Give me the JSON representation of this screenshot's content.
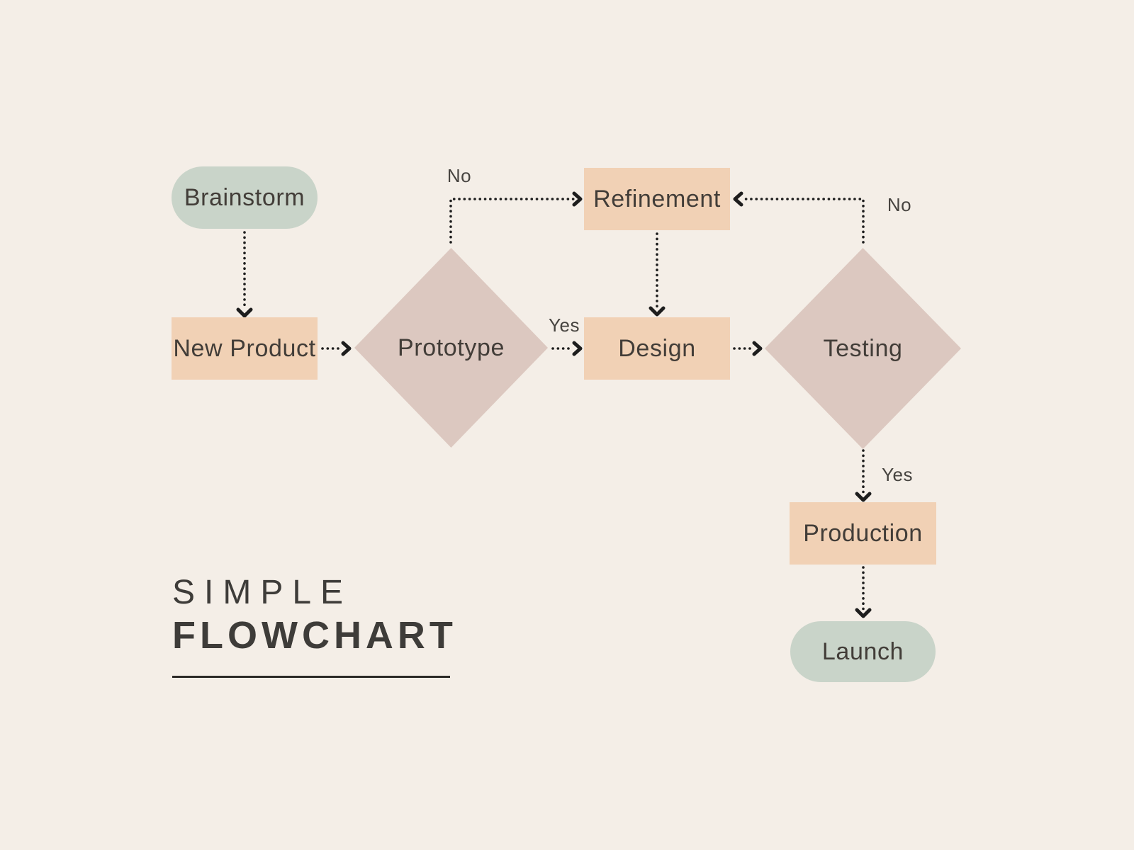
{
  "title": {
    "line1": "SIMPLE",
    "line2": "FLOWCHART"
  },
  "colors": {
    "bg": "#f4eee7",
    "pill": "#c9d4c9",
    "rect": "#f1d1b5",
    "diamond": "#dcc8c0",
    "line": "#1d1d1d",
    "node-text": "#423d38",
    "label-text": "#474440",
    "title-text": "#3e3c39"
  },
  "nodes": [
    {
      "id": "brainstorm",
      "label": "Brainstorm",
      "shape": "pill"
    },
    {
      "id": "new-product",
      "label": "New Product",
      "shape": "rect"
    },
    {
      "id": "prototype",
      "label": "Prototype",
      "shape": "diamond"
    },
    {
      "id": "refinement",
      "label": "Refinement",
      "shape": "rect"
    },
    {
      "id": "design",
      "label": "Design",
      "shape": "rect"
    },
    {
      "id": "testing",
      "label": "Testing",
      "shape": "diamond"
    },
    {
      "id": "production",
      "label": "Production",
      "shape": "rect"
    },
    {
      "id": "launch",
      "label": "Launch",
      "shape": "pill"
    }
  ],
  "edge_labels": [
    {
      "id": "prototype-no",
      "text": "No"
    },
    {
      "id": "prototype-yes",
      "text": "Yes"
    },
    {
      "id": "testing-no",
      "text": "No"
    },
    {
      "id": "testing-yes",
      "text": "Yes"
    }
  ],
  "edges": [
    {
      "from": "Brainstorm",
      "to": "New Product",
      "label": ""
    },
    {
      "from": "New Product",
      "to": "Prototype",
      "label": ""
    },
    {
      "from": "Prototype",
      "to": "Refinement",
      "label": "No"
    },
    {
      "from": "Prototype",
      "to": "Design",
      "label": "Yes"
    },
    {
      "from": "Refinement",
      "to": "Design",
      "label": ""
    },
    {
      "from": "Design",
      "to": "Testing",
      "label": ""
    },
    {
      "from": "Testing",
      "to": "Refinement",
      "label": "No"
    },
    {
      "from": "Testing",
      "to": "Production",
      "label": "Yes"
    },
    {
      "from": "Production",
      "to": "Launch",
      "label": ""
    }
  ]
}
